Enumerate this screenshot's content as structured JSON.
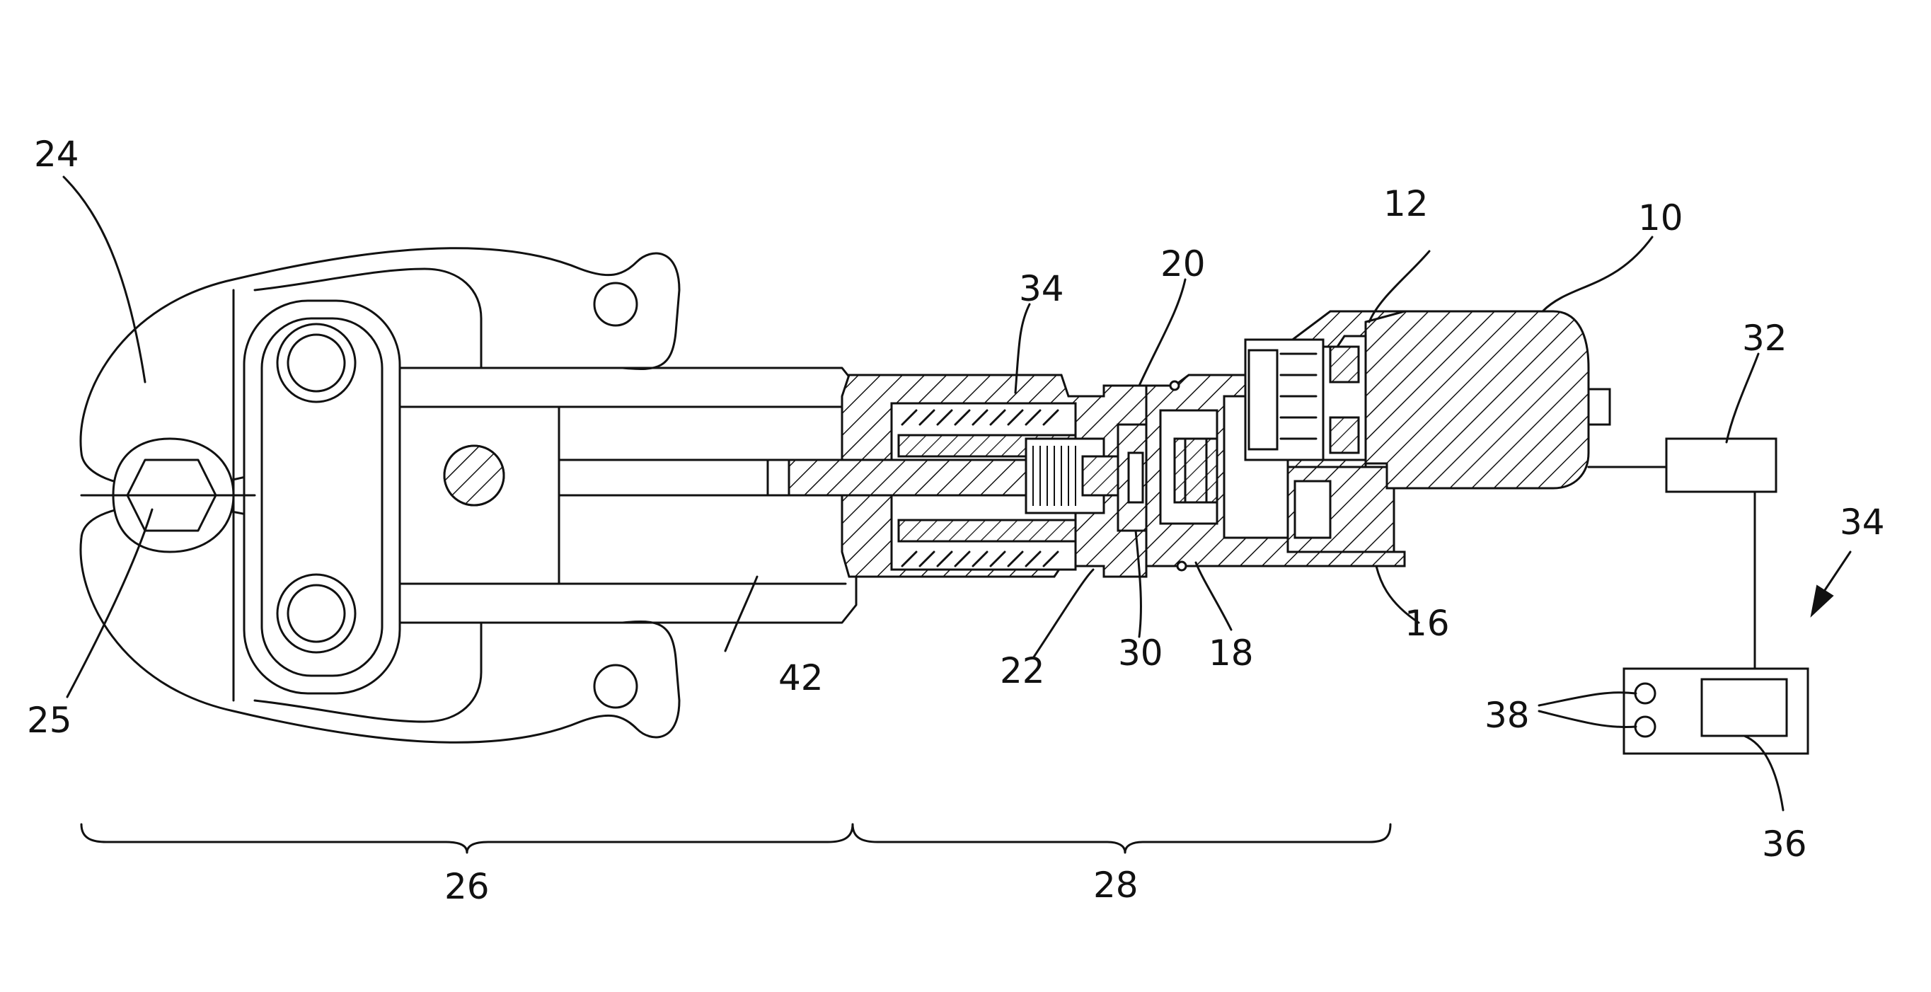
{
  "figure": {
    "reference_numerals": {
      "n10": "10",
      "n12": "12",
      "n16": "16",
      "n18": "18",
      "n20": "20",
      "n22": "22",
      "n24": "24",
      "n25": "25",
      "n26": "26",
      "n28": "28",
      "n30": "30",
      "n32": "32",
      "n34a": "34",
      "n34b": "34",
      "n36": "36",
      "n38": "38",
      "n42": "42"
    }
  }
}
